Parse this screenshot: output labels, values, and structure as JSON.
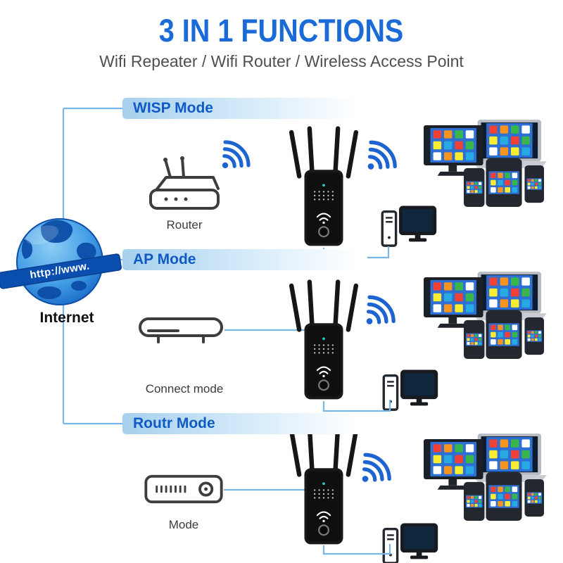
{
  "header": {
    "title": "3 IN 1 FUNCTIONS",
    "subtitle": "Wifi Repeater / Wifi Router / Wireless Access Point"
  },
  "internet": {
    "globe_banner": "http://www.",
    "label": "Internet"
  },
  "sections": [
    {
      "id": "wisp",
      "mode_label": "WISP Mode",
      "device_label": "Router"
    },
    {
      "id": "ap",
      "mode_label": "AP Mode",
      "device_label": "Connect mode"
    },
    {
      "id": "routr",
      "mode_label": "Routr Mode",
      "device_label": "Mode"
    }
  ],
  "icons": {
    "globe": "internet-globe-icon",
    "router": "wireless-router-line-icon",
    "modem_ap": "modem-line-icon",
    "modem_routr": "modem-dots-line-icon",
    "repeater": "wifi-repeater-device-icon",
    "wifi": "wifi-signal-icon",
    "pc": "desktop-computer-icon",
    "devices": "multi-device-screens-icon"
  },
  "colors": {
    "title_blue": "#1a6bd8",
    "header_text_blue": "#0f5ac4",
    "header_bar_blue": "#a6d0ee",
    "wifi_blue": "#1d64d1",
    "connector_blue": "#79b7e6",
    "screen_blue": "#2e6fd3",
    "device_black": "#161616"
  }
}
